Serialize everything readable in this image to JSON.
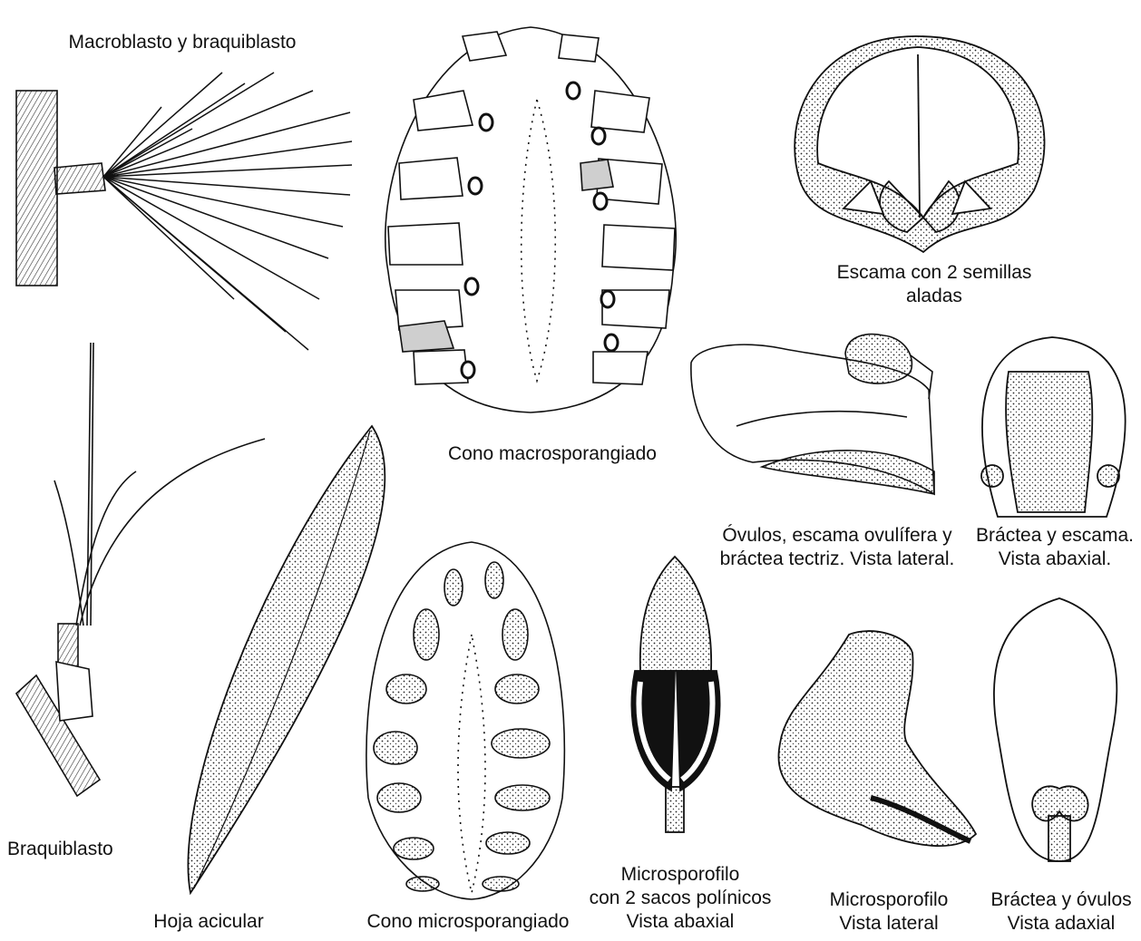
{
  "labels": {
    "macroblasto": "Macroblasto y braquiblasto",
    "cono_macro": "Cono macrosporangiado",
    "escama_line1": "Escama con 2 semillas",
    "escama_line2": "aladas",
    "ovulos_line1": "Óvulos, escama ovulífera y",
    "ovulos_line2": "bráctea tectriz. Vista lateral.",
    "bractea_escama_line1": "Bráctea y escama.",
    "bractea_escama_line2": "Vista abaxial.",
    "braquiblasto": "Braquiblasto",
    "hoja": "Hoja acicular",
    "cono_micro": "Cono microsporangiado",
    "micro_abax_line1": "Microsporofilo",
    "micro_abax_line2": "con 2 sacos polínicos",
    "micro_abax_line3": "Vista abaxial",
    "micro_lat_line1": "Microsporofilo",
    "micro_lat_line2": "Vista lateral",
    "bract_ovulos_line1": "Bráctea y óvulos",
    "bract_ovulos_line2": "Vista adaxial"
  },
  "colors": {
    "ink": "#111111",
    "shade": "#cfcfcf",
    "paper": "#ffffff"
  }
}
